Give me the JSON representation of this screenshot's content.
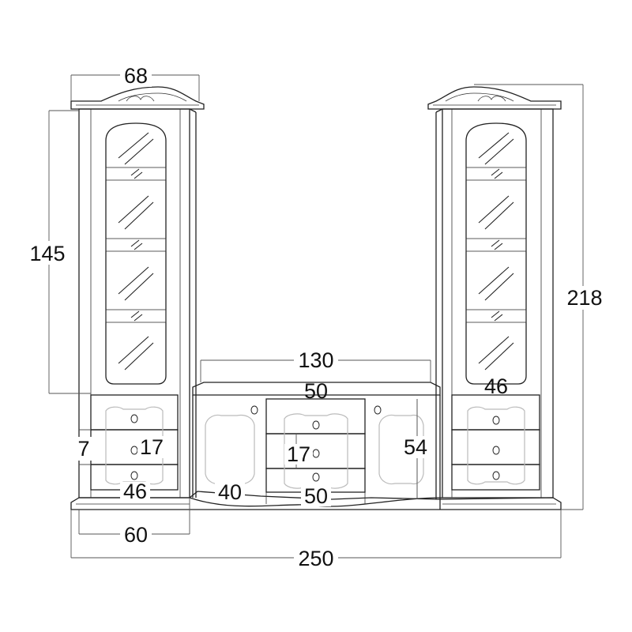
{
  "dimensions": {
    "top_width": "68",
    "left_height": "145",
    "right_height": "218",
    "center_width": "130",
    "center_top_width": "50",
    "right_inner_width": "46",
    "left_side_depth": "7",
    "left_drawer_height": "17",
    "center_drawer_height": "17",
    "center_side_height": "54",
    "left_bottom_inner": "46",
    "center_left_depth": "40",
    "center_bottom_width": "50",
    "left_base_width": "60",
    "total_width": "250"
  }
}
